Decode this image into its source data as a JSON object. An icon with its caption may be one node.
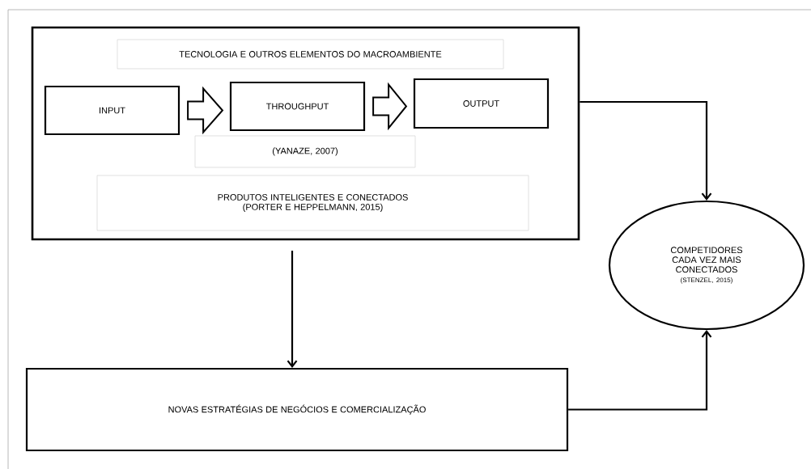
{
  "diagram": {
    "nodes": [
      {
        "text": [],
        "shape": "box"
      },
      {
        "text": [
          "TECNOLOGIA E OUTROS ELEMENTOS DO MACROAMBIENTE"
        ],
        "in": 0
      },
      {
        "text": [
          "INPUT"
        ],
        "in": 0
      },
      {
        "text": [
          "THROUGHPUT"
        ],
        "in": 0
      },
      {
        "text": [
          "OUTPUT"
        ],
        "in": 0
      },
      {
        "text": [
          "(YANAZE, 2007)"
        ],
        "in": 0
      },
      {
        "text": [
          "PRODUTOS INTELIGENTES E CONECTADOS",
          "(PORTER E HEPPELMANN, 2015)"
        ],
        "in": 0
      },
      {
        "text": [
          "COMPETIDORES CADA VEZ MAIS CONECTADOS",
          "(STENZEL, 2015)"
        ]
      },
      {
        "text": [
          "NOVAS ESTRATÉGIAS DE NEGÓCIOS E COMERCIALIZAÇÃO"
        ]
      }
    ],
    "edges": [
      {
        "from": 2,
        "to": 3,
        "arrow": "to"
      },
      {
        "from": 3,
        "to": 4,
        "arrow": "to"
      },
      {
        "from": 0,
        "to": 7,
        "arrow": "to"
      },
      {
        "from": 0,
        "to": 8,
        "arrow": "to"
      },
      {
        "from": 8,
        "to": 7,
        "arrow": "to"
      }
    ]
  }
}
